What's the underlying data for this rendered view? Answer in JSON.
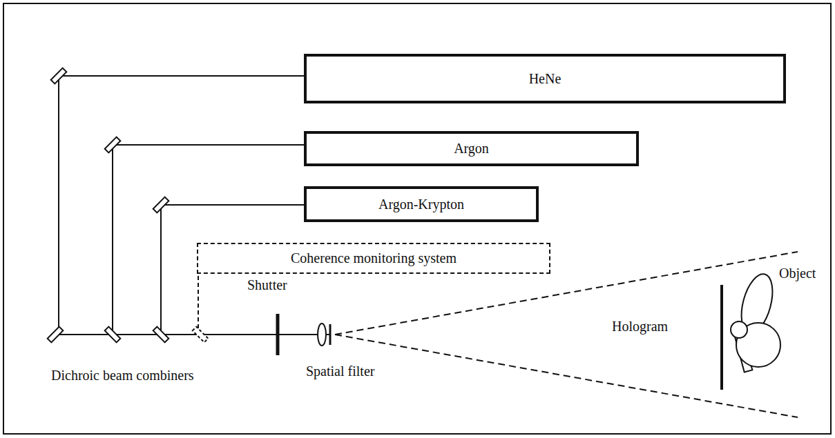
{
  "diagram": {
    "nodes": [
      {
        "text": [
          "HeNe"
        ]
      },
      {
        "text": [
          "Argon"
        ]
      },
      {
        "text": [
          "Argon-Krypton"
        ]
      },
      {
        "text": [
          "Coherence monitoring system"
        ]
      }
    ],
    "labels": [
      "Shutter",
      "Spatial filter",
      "Dichroic beam combiners",
      "Hologram",
      "Object"
    ]
  }
}
